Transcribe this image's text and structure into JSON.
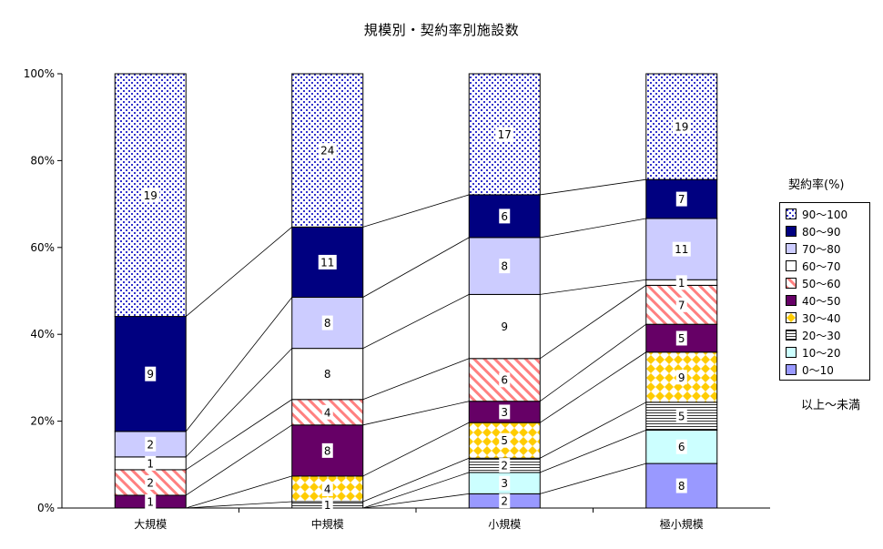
{
  "colors": {
    "c0": "#9999ff",
    "c1": "#ccffff",
    "c2": "#ffffff",
    "c3": "#ffcc00",
    "c4": "#660066",
    "c5": "#ff8080",
    "c6": "#ffffff",
    "c7": "#ccccff",
    "c8": "#000080",
    "c9": "#3333cc"
  },
  "chart_data": {
    "type": "bar",
    "stacked": "percent",
    "title": "規模別・契約率別施設数",
    "categories": [
      "大規模",
      "中規模",
      "小規模",
      "極小規模"
    ],
    "y_ticks": [
      "0%",
      "20%",
      "40%",
      "60%",
      "80%",
      "100%"
    ],
    "ylim": [
      0,
      100
    ],
    "legend_title": "契約率(%)",
    "legend_note": "以上～未満",
    "legend_placement": "right",
    "series_lines": true,
    "series": [
      {
        "name": "0～10",
        "values": [
          0,
          0,
          2,
          8
        ],
        "labels": [
          "",
          "",
          "2",
          "8"
        ]
      },
      {
        "name": "10～20",
        "values": [
          0,
          0,
          3,
          6
        ],
        "labels": [
          "",
          "",
          "3",
          "6"
        ]
      },
      {
        "name": "20～30",
        "values": [
          0,
          1,
          2,
          5
        ],
        "labels": [
          "",
          "1",
          "2",
          "5"
        ]
      },
      {
        "name": "30～40",
        "values": [
          0,
          4,
          5,
          9
        ],
        "labels": [
          "",
          "4",
          "5",
          "9"
        ]
      },
      {
        "name": "40～50",
        "values": [
          1,
          8,
          3,
          5
        ],
        "labels": [
          "1",
          "8",
          "3",
          "5"
        ]
      },
      {
        "name": "50～60",
        "values": [
          2,
          4,
          6,
          7
        ],
        "labels": [
          "2",
          "4",
          "6",
          "7"
        ]
      },
      {
        "name": "60～70",
        "values": [
          1,
          8,
          9,
          1
        ],
        "labels": [
          "1",
          "8",
          "9",
          "1"
        ]
      },
      {
        "name": "70～80",
        "values": [
          2,
          8,
          8,
          11
        ],
        "labels": [
          "2",
          "8",
          "8",
          "11"
        ]
      },
      {
        "name": "80～90",
        "values": [
          9,
          11,
          6,
          7
        ],
        "labels": [
          "9",
          "11",
          "6",
          "7"
        ]
      },
      {
        "name": "90～100",
        "values": [
          19,
          24,
          17,
          19
        ],
        "labels": [
          "19",
          "24",
          "17",
          "19"
        ]
      }
    ]
  }
}
